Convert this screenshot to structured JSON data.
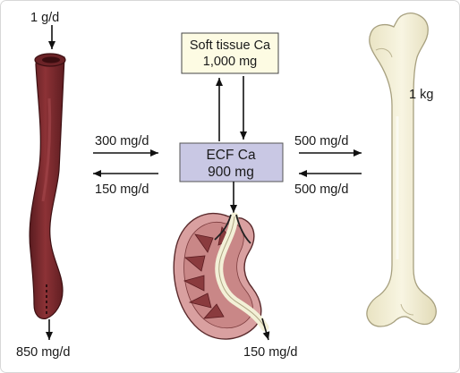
{
  "labels": {
    "intake": "1 g/d",
    "gut_absorb": "300 mg/d",
    "gut_secrete": "150 mg/d",
    "fecal": "850 mg/d",
    "bone_deposit": "500 mg/d",
    "bone_resorb": "500 mg/d",
    "bone_mass": "1 kg",
    "urine": "150 mg/d"
  },
  "soft_tissue": {
    "line1": "Soft tissue Ca",
    "line2": "1,000 mg"
  },
  "ecf": {
    "line1": "ECF Ca",
    "line2": "900 mg"
  },
  "colors": {
    "intestine": "#7a2a2e",
    "intestine_dark": "#4a1518",
    "bone": "#f2edcf",
    "bone_outline": "#b9b294",
    "soft_tissue_box": "#fdfbe3",
    "ecf_box": "#c9c8e4",
    "kidney_cortex": "#d9a0a0",
    "kidney_medulla": "#8a3b3e",
    "kidney_pelvis": "#f3f0d7"
  }
}
